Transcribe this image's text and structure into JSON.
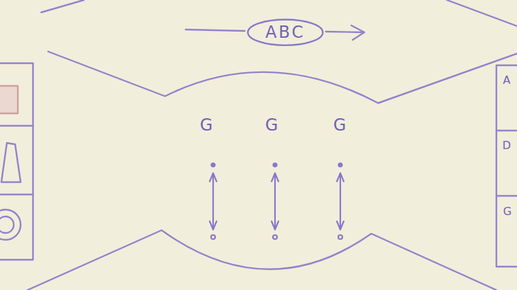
{
  "diagram": {
    "nodes": [
      {
        "text": [
          "ABC"
        ]
      }
    ],
    "labels": [
      "G",
      "G",
      "G",
      "A",
      "D",
      "G"
    ]
  }
}
